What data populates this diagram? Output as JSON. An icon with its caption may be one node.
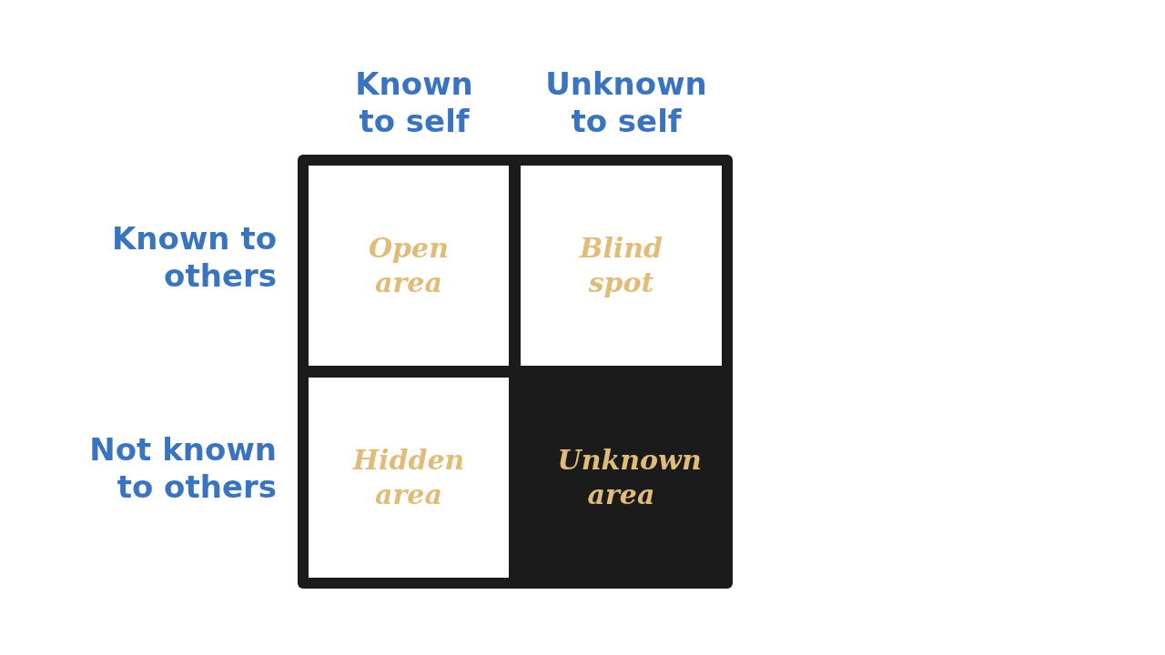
{
  "diagram": {
    "nodes": [
      {
        "text": [
          "Open area"
        ]
      },
      {
        "text": [
          "Blind spot"
        ]
      },
      {
        "text": [
          "Hidden area"
        ]
      },
      {
        "text": [
          "Unknown area"
        ]
      }
    ],
    "labels": [
      "Known to self",
      "Unknown to self",
      "Known to others",
      "Not known to others"
    ]
  }
}
